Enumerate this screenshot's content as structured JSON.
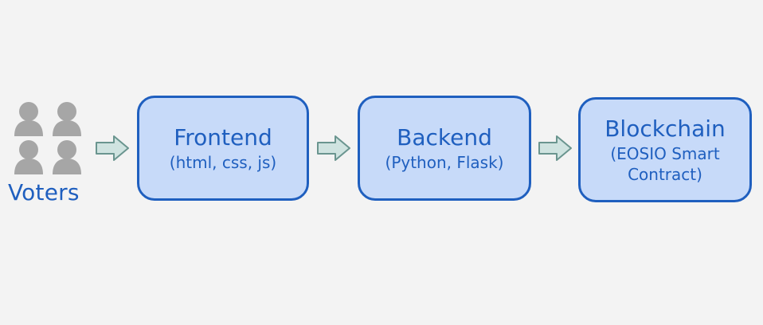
{
  "diagram": {
    "voters": {
      "label": "Voters",
      "icon": "users-group-icon"
    },
    "nodes": [
      {
        "title": "Frontend",
        "subtitle": "(html, css, js)"
      },
      {
        "title": "Backend",
        "subtitle": "(Python, Flask)"
      },
      {
        "title": "Blockchain",
        "subtitle": "(EOSIO Smart Contract)"
      }
    ],
    "colors": {
      "background": "#f3f3f3",
      "box_fill": "#c7daf9",
      "box_border": "#1f5fbf",
      "text": "#1f5fbf",
      "icon_gray": "#a6a6a6",
      "arrow_fill": "#cfe3e0",
      "arrow_stroke": "#6a958f"
    }
  }
}
